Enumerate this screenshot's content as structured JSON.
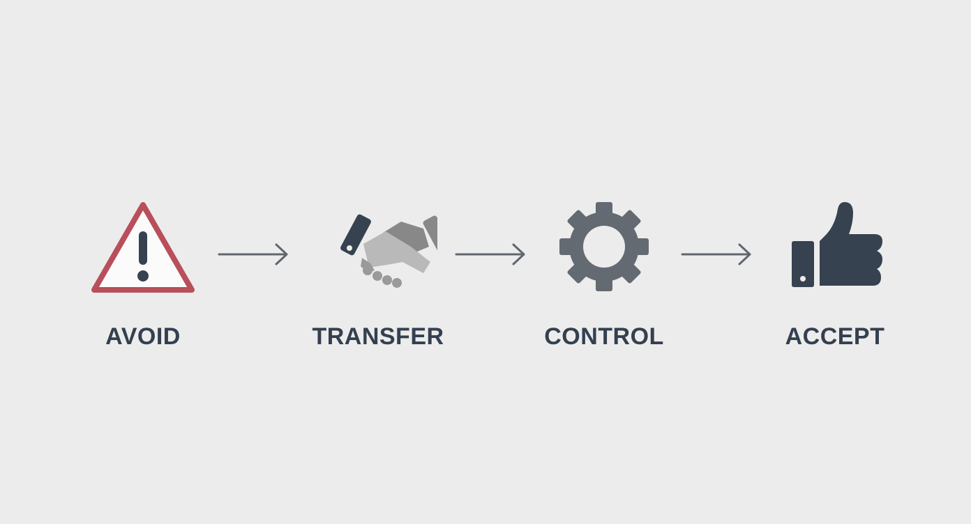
{
  "steps": [
    {
      "label": "AVOID",
      "icon": "warning-triangle-icon"
    },
    {
      "label": "TRANSFER",
      "icon": "handshake-icon"
    },
    {
      "label": "CONTROL",
      "icon": "gear-icon"
    },
    {
      "label": "ACCEPT",
      "icon": "thumbs-up-icon"
    }
  ],
  "colors": {
    "background": "#ececec",
    "text": "#34404f",
    "warning": "#b84f5a",
    "dark_icon": "#36424f",
    "gear": "#646a72",
    "hand_light": "#b9b9b9",
    "hand_mid": "#888888",
    "arrow": "#5f6670"
  }
}
